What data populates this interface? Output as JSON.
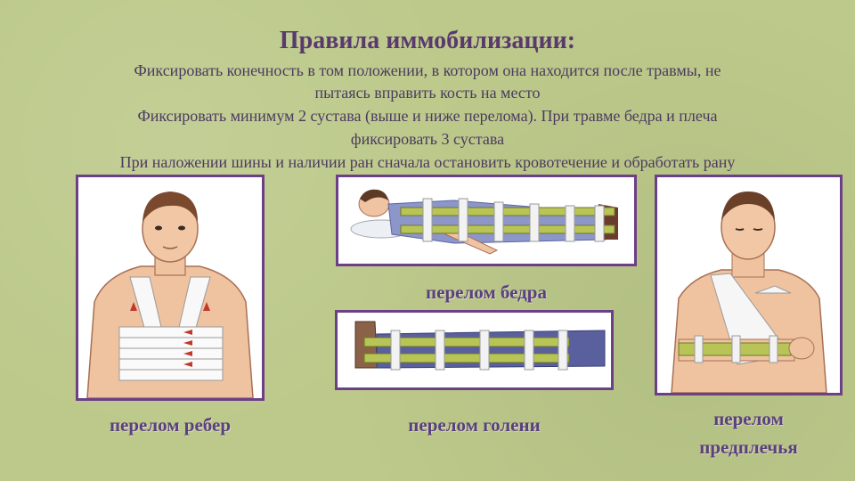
{
  "title": "Правила иммобилизации:",
  "rules": [
    "Фиксировать конечность в том положении, в котором она находится после травмы, не",
    "пытаясь вправить кость на место",
    "Фиксировать минимум 2 сустава (выше и ниже перелома). При травме бедра и плеча",
    "фиксировать 3 сустава",
    "При наложении шины и наличии ран сначала остановить кровотечение и обработать рану"
  ],
  "captions": {
    "ribs": "перелом ребер",
    "hip": "перелом бедра",
    "shin": "перелом голени",
    "forearm_line1": "перелом",
    "forearm_line2": "предплечья"
  }
}
